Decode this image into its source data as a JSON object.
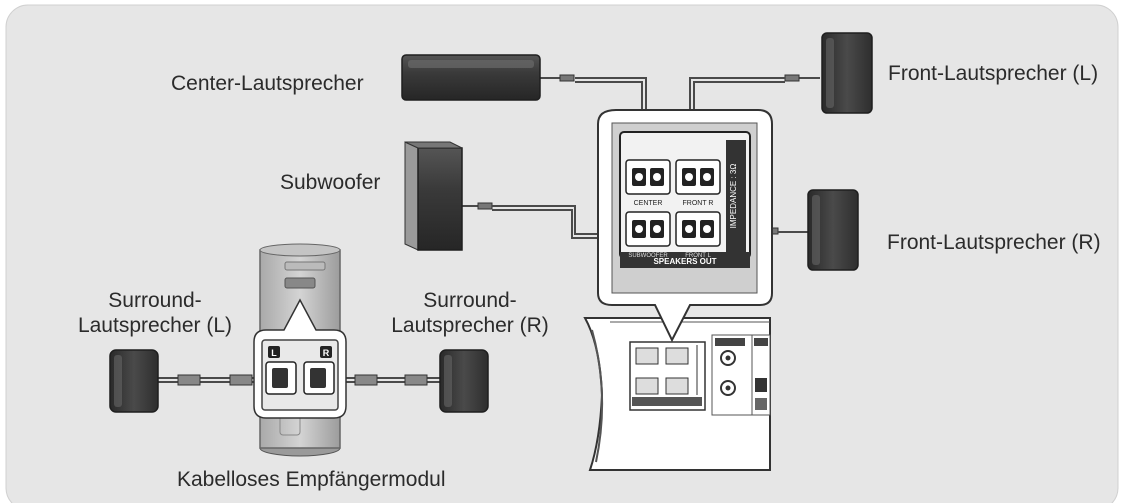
{
  "labels": {
    "center": "Center-Lautsprecher",
    "front_left": "Front-Lautsprecher (L)",
    "subwoofer": "Subwoofer",
    "front_right": "Front-Lautsprecher (R)",
    "surround_left_line1": "Surround-",
    "surround_left_line2": "Lautsprecher (L)",
    "surround_right_line1": "Surround-",
    "surround_right_line2": "Lautsprecher (R)",
    "wireless_module": "Kabelloses Empfängermodul"
  },
  "panel": {
    "terminal_center": "CENTER",
    "terminal_front_r": "FRONT R",
    "terminal_subwoofer": "SUBWOOFER",
    "terminal_front_l": "FRONT L",
    "impedance": "IMPEDANCE : 3Ω",
    "speakers_out": "SPEAKERS OUT"
  },
  "module": {
    "left_terminal": "L",
    "right_terminal": "R"
  },
  "colors": {
    "background_panel": "#e6e6e6",
    "speaker_body": "#3c3c3c",
    "cable": "#4a4a4a"
  }
}
